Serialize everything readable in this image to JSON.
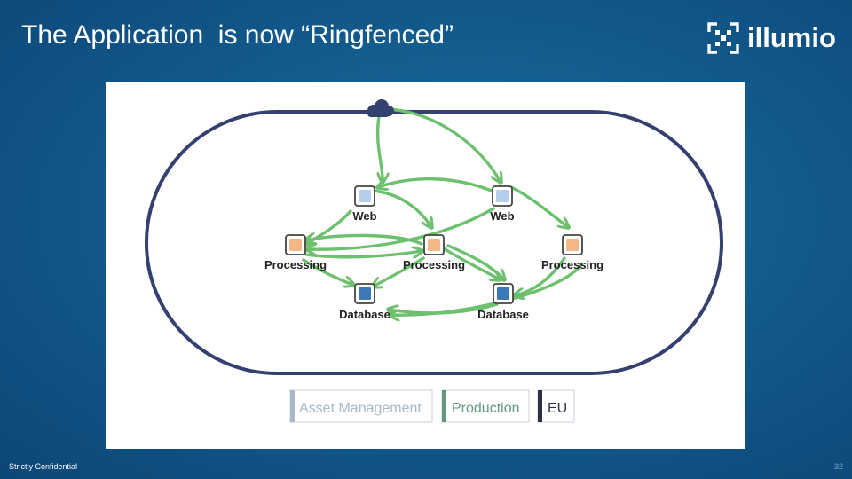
{
  "title": "The Application  is now “Ringfenced”",
  "logo": {
    "text": "illumio",
    "icon": "illumio-logo-icon"
  },
  "footer": {
    "confidential": "Strictly Confidential",
    "page": "32"
  },
  "nodes": [
    {
      "id": "web1",
      "label": "Web",
      "tier": "web"
    },
    {
      "id": "web2",
      "label": "Web",
      "tier": "web"
    },
    {
      "id": "proc1",
      "label": "Processing",
      "tier": "processing"
    },
    {
      "id": "proc2",
      "label": "Processing",
      "tier": "processing"
    },
    {
      "id": "proc3",
      "label": "Processing",
      "tier": "processing"
    },
    {
      "id": "db1",
      "label": "Database",
      "tier": "database"
    },
    {
      "id": "db2",
      "label": "Database",
      "tier": "database"
    }
  ],
  "internet_icon": "cloud-icon",
  "labels": [
    {
      "text": "Asset Management",
      "color": "#a9b8c6"
    },
    {
      "text": "Production",
      "color": "#5f9a7c"
    },
    {
      "text": "EU",
      "color": "#2b3247"
    }
  ],
  "colors": {
    "ring": "#34406f",
    "flow": "#6cc06e",
    "web": "#b6cdec",
    "processing": "#f3b887",
    "database": "#3b79b8"
  }
}
